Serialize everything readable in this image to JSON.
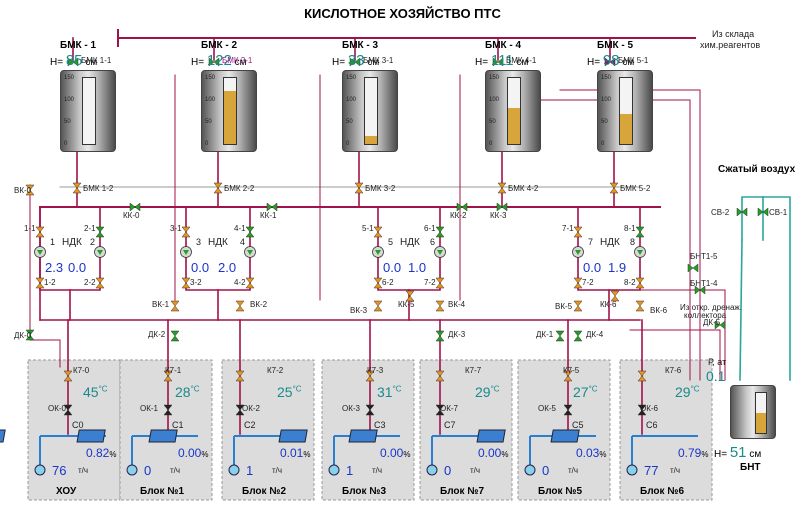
{
  "title": "КИСЛОТНОЕ ХОЗЯЙСТВО ПТС",
  "supply_label_1": "Из склада",
  "supply_label_2": "хим.реагентов",
  "air_label": "Сжатый воздух",
  "height_prefix": "Н=",
  "unit_cm": "см",
  "tanks": [
    {
      "name": "БМК - 1",
      "level": "85",
      "level_fraction": 0.0,
      "valve_in": "БМК 1-1",
      "valve_out": "БМК 1-2"
    },
    {
      "name": "БМК - 2",
      "level": "122",
      "level_fraction": 0.81,
      "valve_in": "БМК 2-1",
      "valve_out": "БМК 2-2"
    },
    {
      "name": "БМК - 3",
      "level": "33",
      "level_fraction": 0.12,
      "valve_in": "БМК 3-1",
      "valve_out": "БМК 3-2"
    },
    {
      "name": "БМК - 4",
      "level": "111",
      "level_fraction": 0.55,
      "valve_in": "БМК 4-1",
      "valve_out": "БМК 4-2"
    },
    {
      "name": "БМК - 5",
      "level": "98",
      "level_fraction": 0.45,
      "valve_in": "БМК 5-1",
      "valve_out": "БМК 5-2"
    }
  ],
  "gauge_ticks": [
    "150",
    "100",
    "50",
    "0"
  ],
  "header_valves": [
    "КК-0",
    "КК-1",
    "КК-2",
    "КК-3"
  ],
  "pumps": [
    {
      "nums": [
        "1",
        "2"
      ],
      "valves": [
        "1-1",
        "2-1",
        "1-2",
        "2-2"
      ],
      "label": "НДК",
      "flows": [
        "2.3",
        "0.0"
      ]
    },
    {
      "nums": [
        "3",
        "4"
      ],
      "valves": [
        "3-1",
        "4-1",
        "3-2",
        "4-2"
      ],
      "label": "НДК",
      "flows": [
        "0.0",
        "2.0"
      ]
    },
    {
      "nums": [
        "5",
        "6"
      ],
      "valves": [
        "5-1",
        "6-1",
        "6-2",
        "7-2"
      ],
      "label": "НДК",
      "flows": [
        "0.0",
        "1.0"
      ]
    },
    {
      "nums": [
        "7",
        "8"
      ],
      "valves": [
        "7-1",
        "8-1",
        "7-2",
        "8-2"
      ],
      "label": "НДК",
      "flows": [
        "0.0",
        "1.9"
      ]
    }
  ],
  "misc_valves": {
    "vk0": "ВК-0",
    "dk0": "ДК-0",
    "vk1": "ВК-1",
    "vk2": "ВК-2",
    "dk2": "ДК-2",
    "vk3": "ВК-3",
    "kk5": "КК-5",
    "vk4": "ВК-4",
    "dk3": "ДК-3",
    "vk5": "ВК-5",
    "kk6": "КК-6",
    "vk6": "ВК-6",
    "dk1": "ДК-1",
    "dk4": "ДК-4",
    "sv2": "СВ-2",
    "sv1": "СВ-1",
    "bnt15": "БНТ1-5",
    "bnt14": "БНТ1-4",
    "drain1": "Из откр. дренаж.",
    "drain2": "коллектора",
    "dk5": "ДК-5"
  },
  "blocks": [
    {
      "name": "ХОУ",
      "valve_top": "К7-0",
      "temp": "45",
      "valve_mid": "ОК-0",
      "cell": "С0",
      "conc": "0.82",
      "flow": "76"
    },
    {
      "name": "Блок №1",
      "valve_top": "К7-1",
      "temp": "28",
      "valve_mid": "ОК-1",
      "cell": "С1",
      "conc": "0.00",
      "flow": "0"
    },
    {
      "name": "Блок №2",
      "valve_top": "К7-2",
      "temp": "25",
      "valve_mid": "ОК-2",
      "cell": "С2",
      "conc": "0.01",
      "flow": "1"
    },
    {
      "name": "Блок №3",
      "valve_top": "К7-3",
      "temp": "31",
      "valve_mid": "ОК-3",
      "cell": "С3",
      "conc": "0.00",
      "flow": "1"
    },
    {
      "name": "Блок №7",
      "valve_top": "К7-7",
      "temp": "29",
      "valve_mid": "ОК-7",
      "cell": "С7",
      "conc": "0.00",
      "flow": "0"
    },
    {
      "name": "Блок №5",
      "valve_top": "К7-5",
      "temp": "27",
      "valve_mid": "ОК-5",
      "cell": "С5",
      "conc": "0.03",
      "flow": "0"
    },
    {
      "name": "Блок №6",
      "valve_top": "К7-6",
      "temp": "29",
      "valve_mid": "ОК-6",
      "cell": "С6",
      "conc": "0.79",
      "flow": "77"
    }
  ],
  "units": {
    "deg": "°С",
    "pct": "%",
    "flow": "т/ч"
  },
  "bnt": {
    "name": "БНТ",
    "level": "51",
    "level_fraction": 0.5,
    "pressure_label": "Р, ат",
    "pressure": "0.1"
  },
  "colors": {
    "pipe": "#a0124a",
    "water": "#2a7fd0",
    "air": "#2aa79a",
    "valve_open": "#22a022",
    "valve_closed": "#a0124a",
    "valve_orange": "#e8951e"
  }
}
